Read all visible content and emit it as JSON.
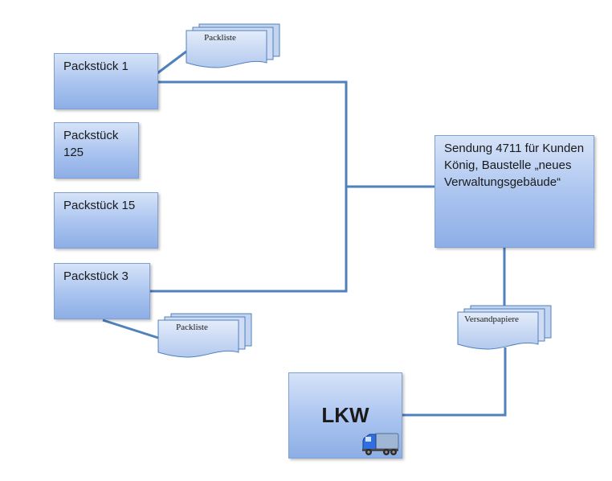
{
  "diagram": {
    "packages": [
      {
        "label": "Packstück 1"
      },
      {
        "label": "Packstück 125"
      },
      {
        "label": "Packstück 15"
      },
      {
        "label": "Packstück 3"
      }
    ],
    "packlist_top": {
      "label": "Packliste"
    },
    "packlist_bottom": {
      "label": "Packliste"
    },
    "shipment": {
      "label": "Sendung 4711 für Kunden König, Baustelle „neues Verwaltungsgebäude“"
    },
    "shipping_docs": {
      "label": "Versandpapiere"
    },
    "truck": {
      "label": "LKW",
      "icon": "truck-icon"
    },
    "colors": {
      "connector": "#4f81bd",
      "box_border": "#7ea0d6",
      "box_fill_top": "#d6e3f8",
      "box_fill_bottom": "#8daee6"
    }
  }
}
